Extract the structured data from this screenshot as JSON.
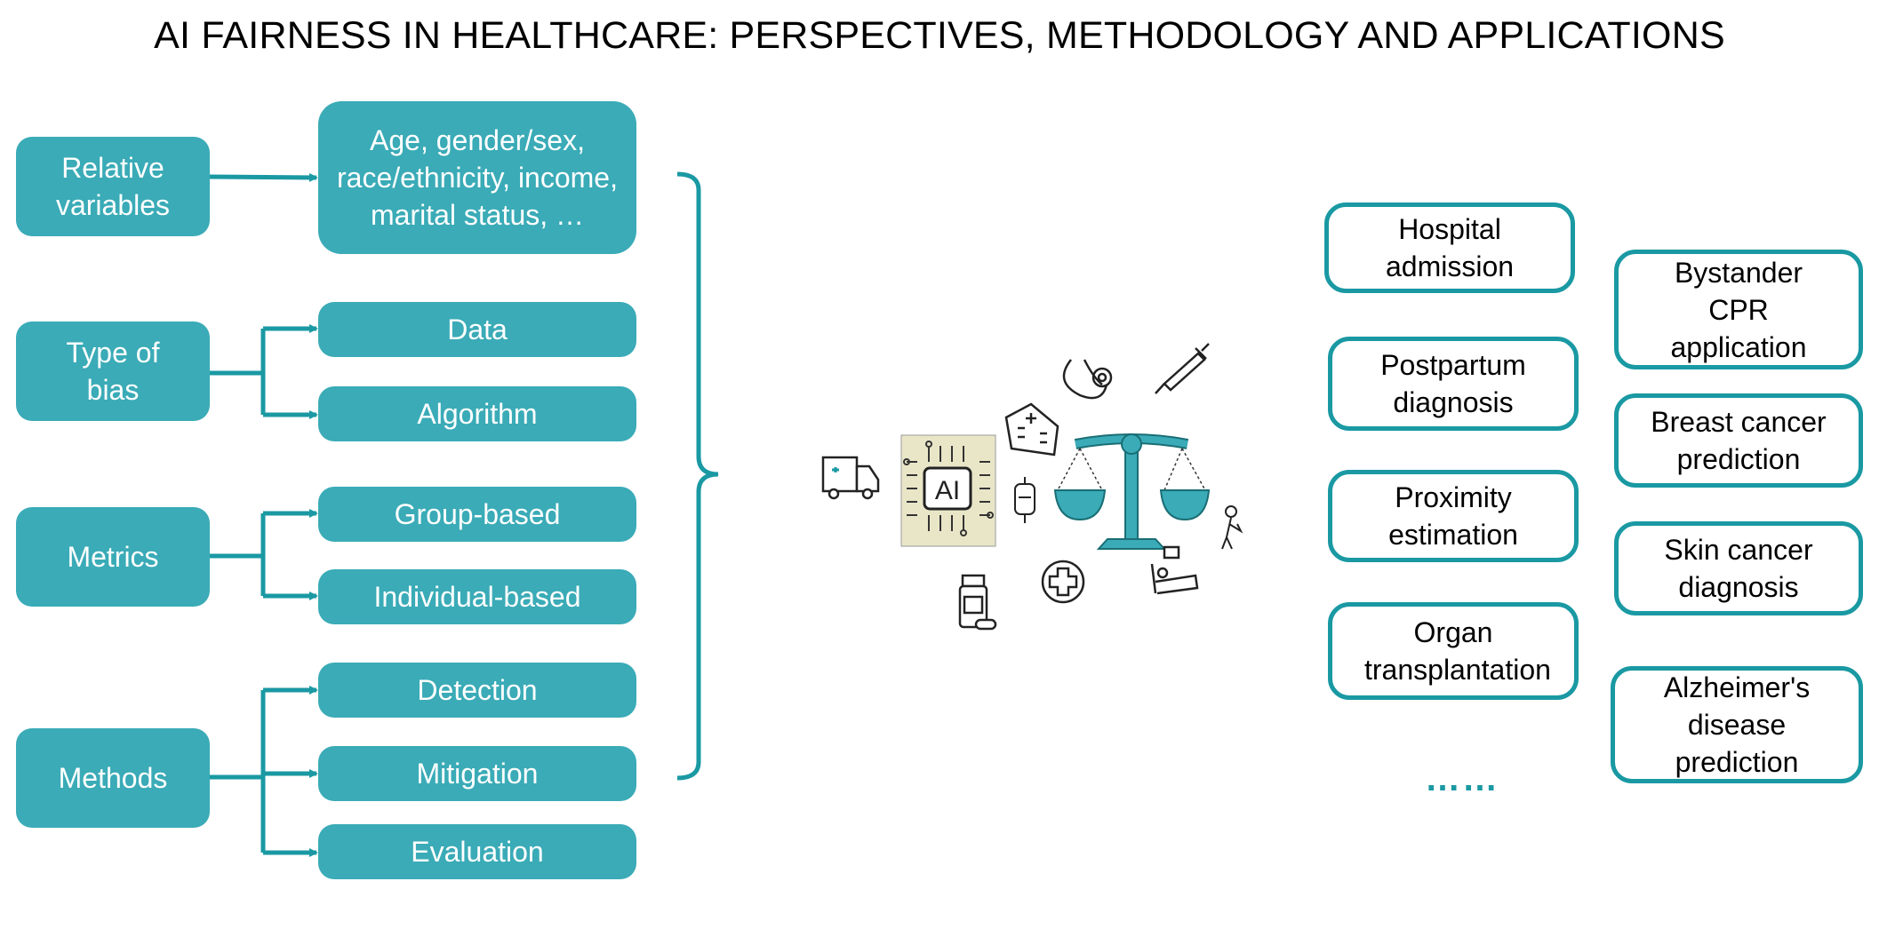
{
  "title": "AI FAIRNESS IN HEALTHCARE: PERSPECTIVES, METHODOLOGY AND APPLICATIONS",
  "colors": {
    "teal": "#3AABB7",
    "teal_dark": "#1A99A3",
    "icon_bg": "#E9E6C8"
  },
  "left": {
    "relative_variables": {
      "label": "Relative variables",
      "examples": "Age, gender/sex, race/ethnicity, income, marital status, …"
    },
    "type_of_bias": {
      "label": "Type of bias",
      "items": [
        "Data",
        "Algorithm"
      ]
    },
    "metrics": {
      "label": "Metrics",
      "items": [
        "Group-based",
        "Individual-based"
      ]
    },
    "methods": {
      "label": "Methods",
      "items": [
        "Detection",
        "Mitigation",
        "Evaluation"
      ]
    }
  },
  "center": {
    "ai_chip_label": "AI",
    "icons": [
      "ambulance-icon",
      "ai-chip-icon",
      "hospital-icon",
      "stethoscope-icon",
      "syringe-icon",
      "scale-of-justice-icon",
      "iv-bag-icon",
      "pill-bottle-icon",
      "medical-cross-icon",
      "patient-bed-icon",
      "injured-person-icon"
    ]
  },
  "applications": {
    "col1": [
      "Hospital admission",
      "Postpartum diagnosis",
      "Proximity estimation",
      "Organ transplantation"
    ],
    "col2": [
      "Bystander CPR application",
      "Breast cancer prediction",
      "Skin cancer diagnosis",
      "Alzheimer's disease prediction"
    ],
    "ellipsis": "……"
  }
}
